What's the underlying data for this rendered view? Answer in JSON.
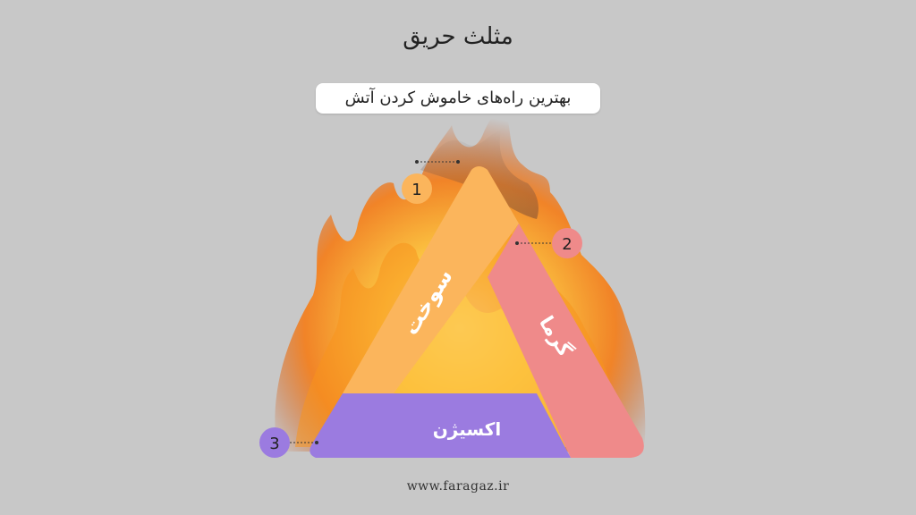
{
  "header": {
    "title": "مثلث حریق",
    "subtitle": "بهترین راه‌های خاموش کردن آتش"
  },
  "triangle": {
    "sides": [
      {
        "label": "سوخت",
        "color": "#fbb55c"
      },
      {
        "label": "گرما",
        "color": "#ef8a8a"
      },
      {
        "label": "اکسیژن",
        "color": "#9b7be0"
      }
    ],
    "markers": [
      {
        "label": "1",
        "color": "#fbb55c"
      },
      {
        "label": "2",
        "color": "#ef8a8a"
      },
      {
        "label": "3",
        "color": "#9b7be0"
      }
    ]
  },
  "footer": {
    "website": "www.faragaz.ir"
  },
  "colors": {
    "background": "#c8c8c8",
    "fire_outer": "#f07a1c",
    "fire_inner": "#ffd24a"
  }
}
